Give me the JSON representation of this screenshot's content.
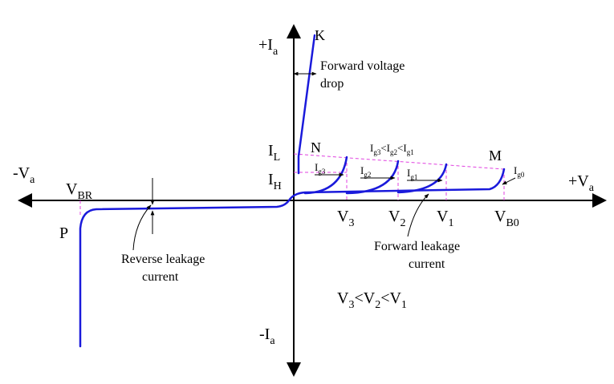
{
  "axes": {
    "pos_voltage": {
      "prefix": "+V",
      "sub": "a"
    },
    "neg_voltage": {
      "prefix": "-V",
      "sub": "a"
    },
    "pos_current": {
      "prefix": "+I",
      "sub": "a"
    },
    "neg_current": {
      "prefix": "-I",
      "sub": "a"
    }
  },
  "points": {
    "k": "K",
    "n": "N",
    "m": "M",
    "p": "P"
  },
  "currents": {
    "latching": {
      "main": "I",
      "sub": "L"
    },
    "holding": {
      "main": "I",
      "sub": "H"
    }
  },
  "voltages": {
    "breakdown": {
      "main": "V",
      "sub": "BR"
    },
    "v3": {
      "main": "V",
      "sub": "3"
    },
    "v2": {
      "main": "V",
      "sub": "2"
    },
    "v1": {
      "main": "V",
      "sub": "1"
    },
    "vb0": {
      "main": "V",
      "sub": "B0"
    }
  },
  "gate_currents": {
    "ig3": {
      "main": "I",
      "sub": "g3"
    },
    "ig2": {
      "main": "I",
      "sub": "g2"
    },
    "ig1": {
      "main": "I",
      "sub": "g1"
    },
    "ig0": {
      "main": "I",
      "sub": "g0"
    }
  },
  "gate_relation": {
    "parts": [
      {
        "main": "I",
        "sub": "g3"
      },
      {
        "main": "<I",
        "sub": "g2"
      },
      {
        "main": "<I",
        "sub": "g1"
      }
    ]
  },
  "voltage_relation": {
    "parts": [
      {
        "main": "V",
        "sub": "3"
      },
      {
        "main": "<V",
        "sub": "2"
      },
      {
        "main": "<V",
        "sub": "1"
      }
    ]
  },
  "annotations": {
    "forward_drop_line1": "Forward voltage",
    "forward_drop_line2": "drop",
    "reverse_leak_line1": "Reverse leakage",
    "reverse_leak_line2": "current",
    "forward_leak_line1": "Forward leakage",
    "forward_leak_line2": "current"
  },
  "colors": {
    "curve": "#1a1adb",
    "guide": "#e040e0",
    "axis": "#000000"
  }
}
